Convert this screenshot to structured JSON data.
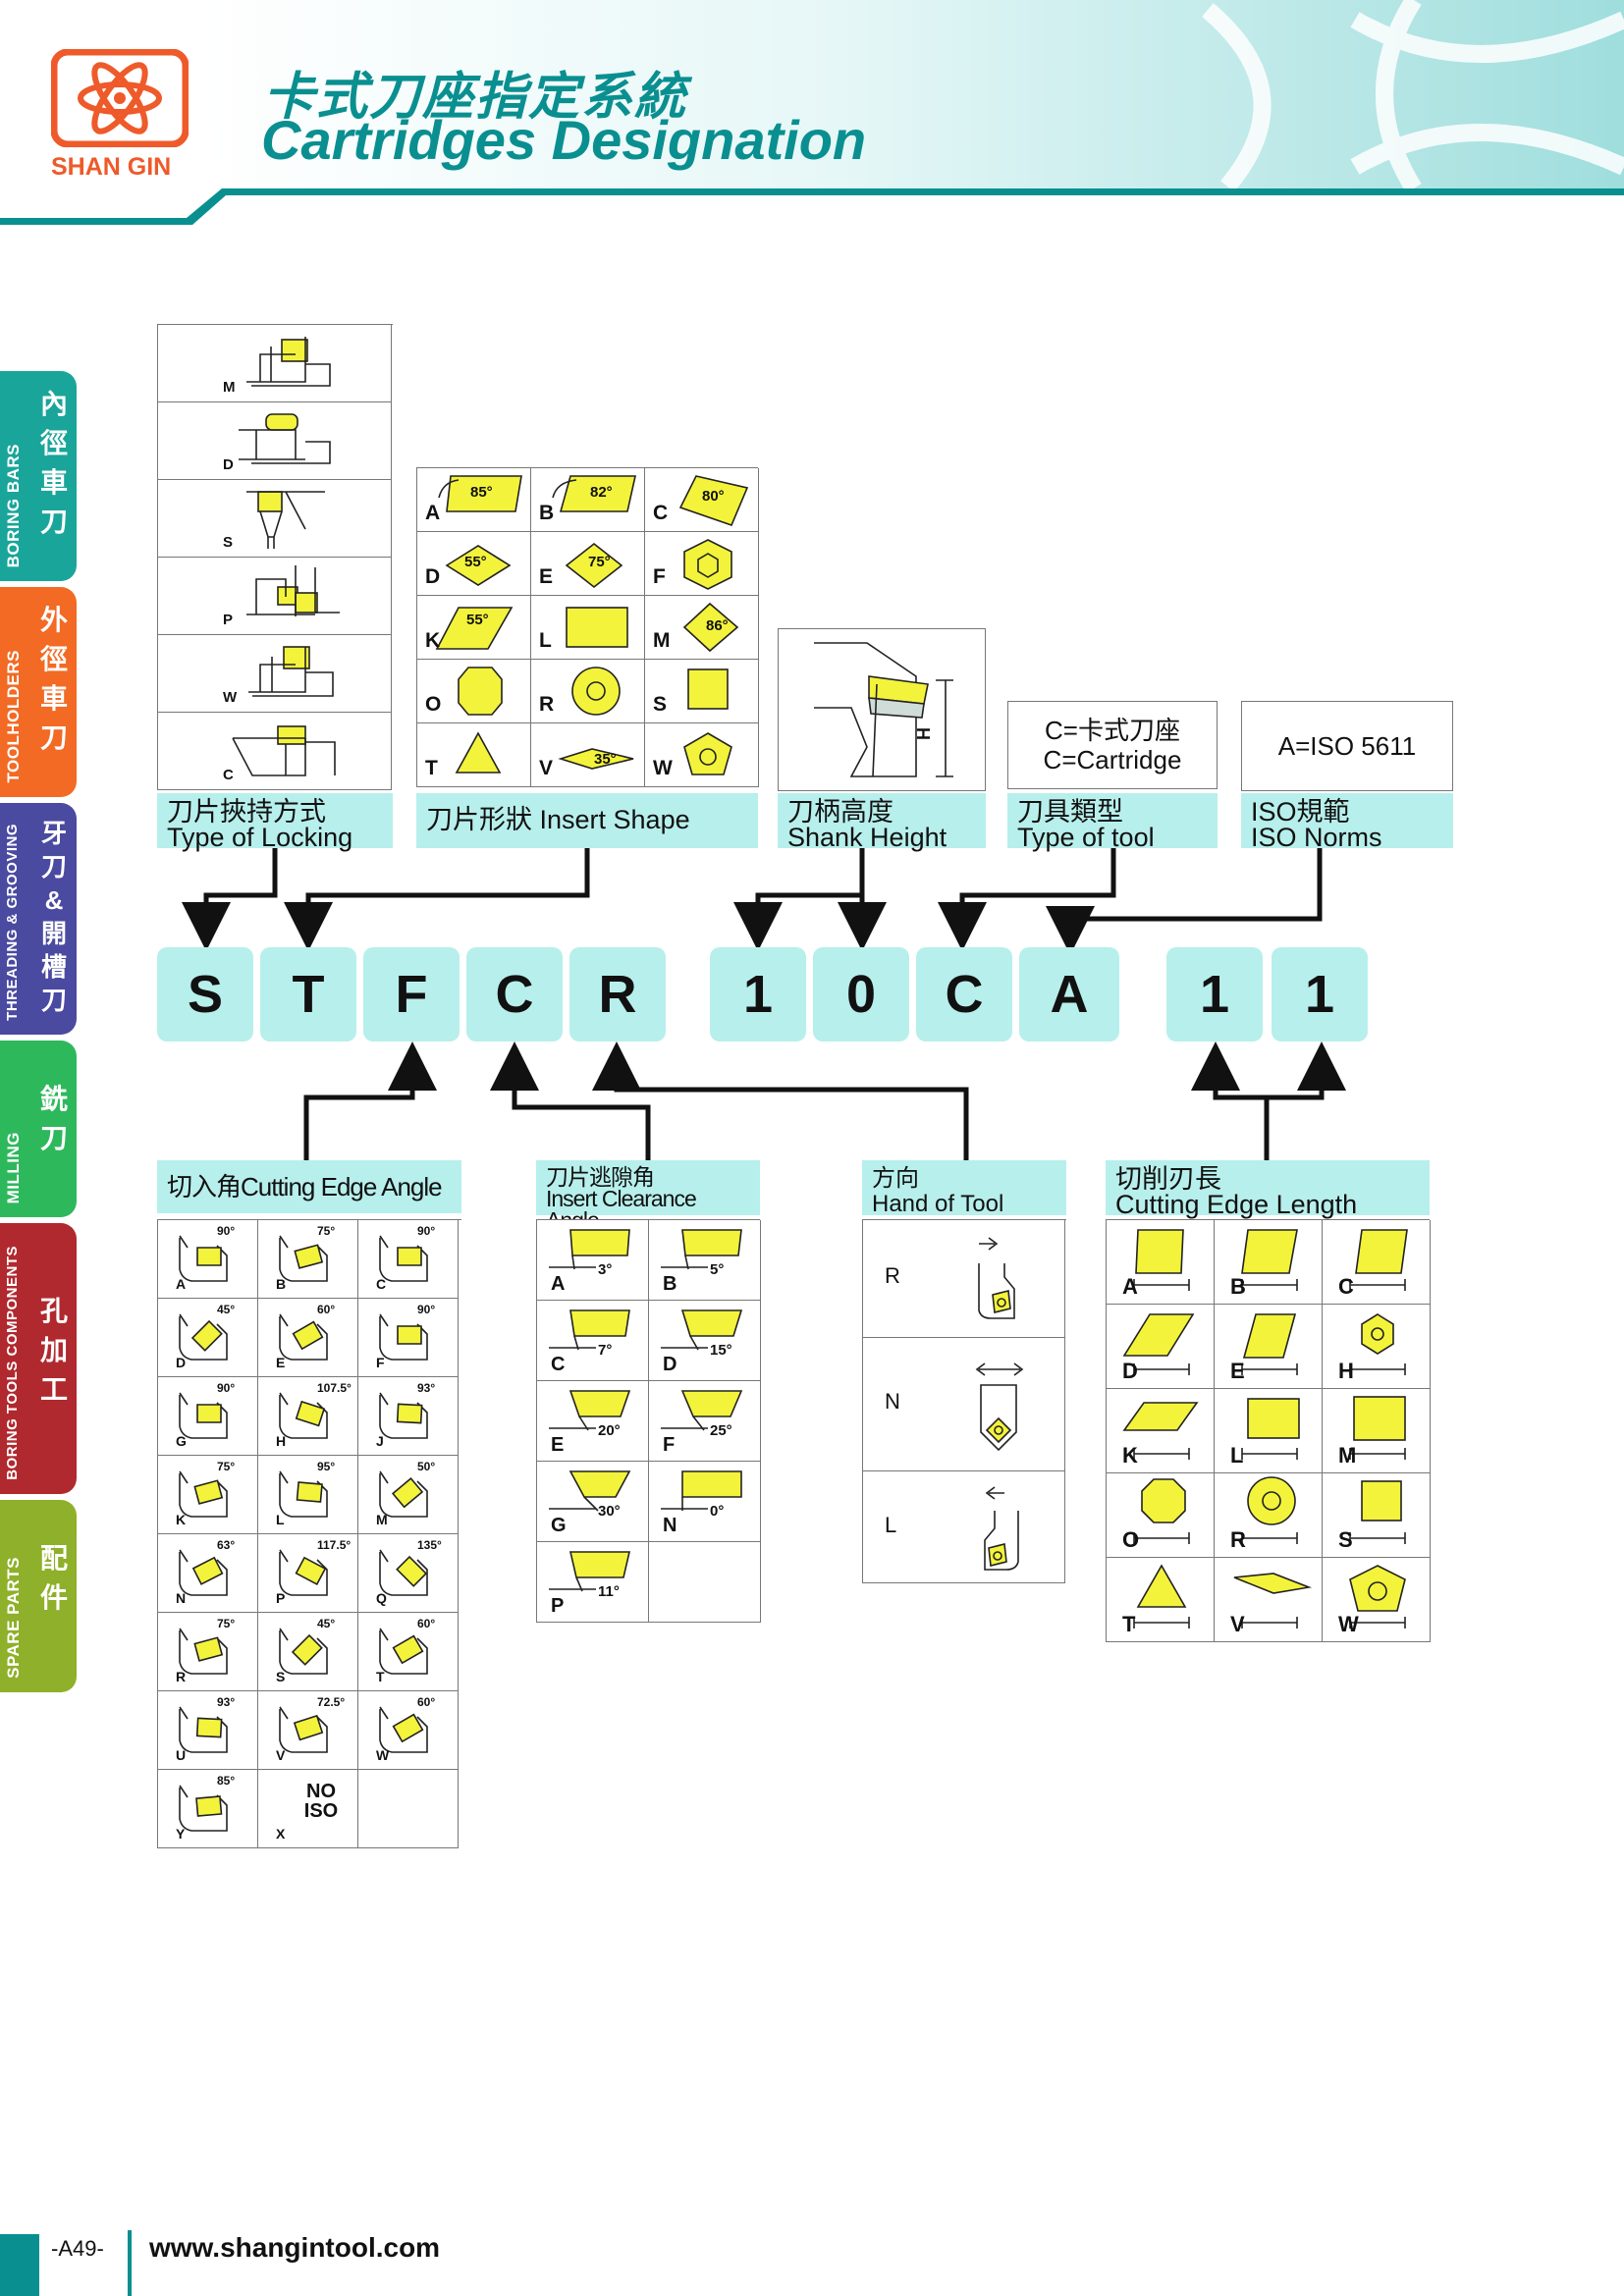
{
  "header": {
    "title_cn": "卡式刀座指定系統",
    "title_en": "Cartridges Designation",
    "brand": "SHAN GIN",
    "logo_icon": "atom-logo-icon",
    "accent": "#0a8f90",
    "brand_color": "#ee5a2a"
  },
  "side_tabs": [
    {
      "en": "BORING BARS",
      "cn": "內徑車刀",
      "color": "#1aa59a"
    },
    {
      "en": "TOOLHOLDERS",
      "cn": "外徑車刀",
      "color": "#f26a24"
    },
    {
      "en": "THREADING & GROOVING",
      "cn": "牙刀&開槽刀",
      "color": "#4a4aa0"
    },
    {
      "en": "MILLING",
      "cn": "銑刀",
      "color": "#2eb85c"
    },
    {
      "en": "BORING TOOLS COMPONENTS",
      "cn": "孔加工",
      "color": "#b0292f"
    },
    {
      "en": "SPARE PARTS",
      "cn": "配件",
      "color": "#8fb02a"
    }
  ],
  "locking": {
    "caption_cn": "刀片挾持方式",
    "caption_en": "Type of Locking",
    "items": [
      "M",
      "D",
      "S",
      "P",
      "W",
      "C"
    ]
  },
  "insert_shape": {
    "caption": "刀片形狀 Insert Shape",
    "items": [
      {
        "l": "A",
        "a": "85°"
      },
      {
        "l": "B",
        "a": "82°"
      },
      {
        "l": "C",
        "a": "80°"
      },
      {
        "l": "D",
        "a": "55°"
      },
      {
        "l": "E",
        "a": "75°"
      },
      {
        "l": "F",
        "a": ""
      },
      {
        "l": "K",
        "a": "55°"
      },
      {
        "l": "L",
        "a": ""
      },
      {
        "l": "M",
        "a": "86°"
      },
      {
        "l": "O",
        "a": ""
      },
      {
        "l": "R",
        "a": ""
      },
      {
        "l": "S",
        "a": ""
      },
      {
        "l": "T",
        "a": ""
      },
      {
        "l": "V",
        "a": "35°"
      },
      {
        "l": "W",
        "a": ""
      }
    ]
  },
  "shank": {
    "caption_cn": "刀柄高度",
    "caption_en": "Shank Height",
    "dim": "H"
  },
  "tool_type": {
    "line1": "C=卡式刀座",
    "line2": "C=Cartridge",
    "caption_cn": "刀具類型",
    "caption_en": "Type of tool"
  },
  "iso": {
    "value": "A=ISO 5611",
    "caption_cn": "ISO規範",
    "caption_en": "ISO Norms"
  },
  "code": [
    "S",
    "T",
    "F",
    "C",
    "R",
    "1",
    "0",
    "C",
    "A",
    "1",
    "1"
  ],
  "cutting_angle": {
    "caption": "切入角Cutting Edge Angle",
    "items": [
      {
        "l": "A",
        "a": "90°"
      },
      {
        "l": "B",
        "a": "75°"
      },
      {
        "l": "C",
        "a": "90°"
      },
      {
        "l": "D",
        "a": "45°"
      },
      {
        "l": "E",
        "a": "60°"
      },
      {
        "l": "F",
        "a": "90°"
      },
      {
        "l": "G",
        "a": "90°"
      },
      {
        "l": "H",
        "a": "107.5°"
      },
      {
        "l": "J",
        "a": "93°"
      },
      {
        "l": "K",
        "a": "75°"
      },
      {
        "l": "L",
        "a": "95°"
      },
      {
        "l": "M",
        "a": "50°"
      },
      {
        "l": "N",
        "a": "63°"
      },
      {
        "l": "P",
        "a": "117.5°"
      },
      {
        "l": "Q",
        "a": "135°"
      },
      {
        "l": "R",
        "a": "75°"
      },
      {
        "l": "S",
        "a": "45°"
      },
      {
        "l": "T",
        "a": "60°"
      },
      {
        "l": "U",
        "a": "93°"
      },
      {
        "l": "V",
        "a": "72.5°"
      },
      {
        "l": "W",
        "a": "60°"
      },
      {
        "l": "Y",
        "a": "85°"
      },
      {
        "l": "X",
        "a": "NO ISO"
      },
      {
        "l": "",
        "a": ""
      }
    ]
  },
  "clearance": {
    "caption_cn": "刀片逃隙角",
    "caption_en": "Insert Clearance Angle",
    "items": [
      {
        "l": "A",
        "a": "3°"
      },
      {
        "l": "B",
        "a": "5°"
      },
      {
        "l": "C",
        "a": "7°"
      },
      {
        "l": "D",
        "a": "15°"
      },
      {
        "l": "E",
        "a": "20°"
      },
      {
        "l": "F",
        "a": "25°"
      },
      {
        "l": "G",
        "a": "30°"
      },
      {
        "l": "N",
        "a": "0°"
      },
      {
        "l": "P",
        "a": "11°"
      },
      {
        "l": "",
        "a": ""
      }
    ]
  },
  "hand": {
    "caption_cn": "方向",
    "caption_en": "Hand of Tool",
    "items": [
      "R",
      "N",
      "L"
    ]
  },
  "edge_length": {
    "caption_cn": "切削刃長",
    "caption_en": "Cutting Edge Length",
    "items": [
      "A",
      "B",
      "C",
      "D",
      "E",
      "H",
      "K",
      "L",
      "M",
      "O",
      "R",
      "S",
      "T",
      "V",
      "W"
    ]
  },
  "footer": {
    "page": "-A49-",
    "url": "www.shangintool.com"
  }
}
